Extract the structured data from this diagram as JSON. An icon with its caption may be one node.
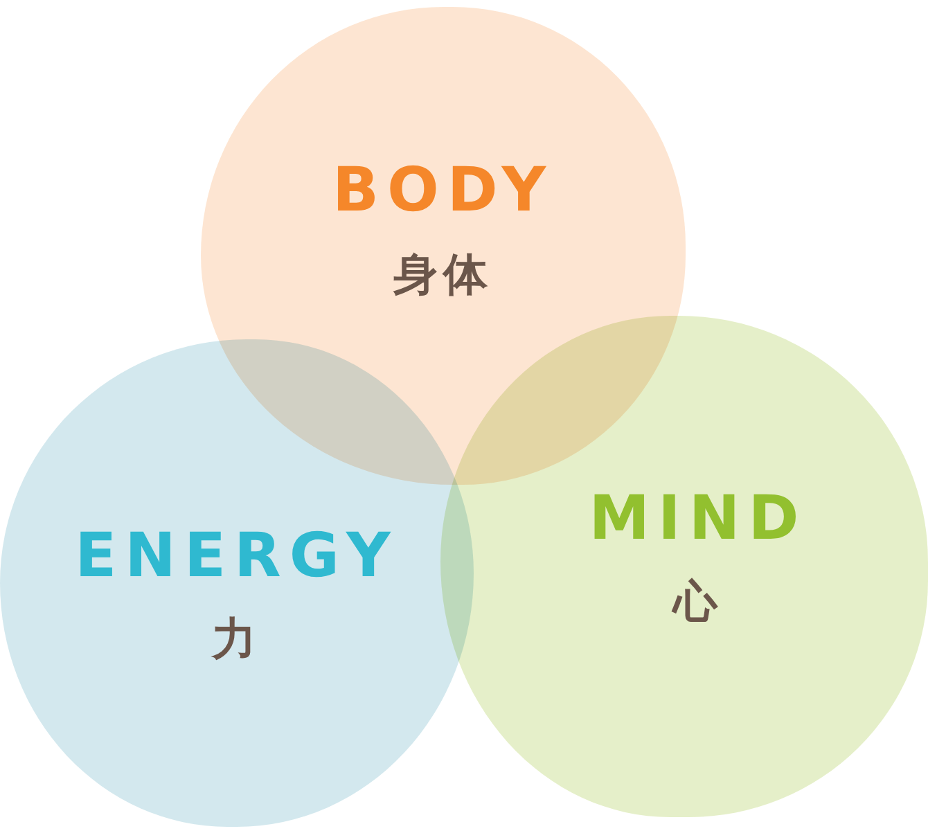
{
  "diagram": {
    "nodes": [
      {
        "text": [
          "BODY",
          "身体"
        ]
      },
      {
        "text": [
          "ENERGY",
          "力"
        ]
      },
      {
        "text": [
          "MIND",
          "心"
        ]
      }
    ]
  }
}
